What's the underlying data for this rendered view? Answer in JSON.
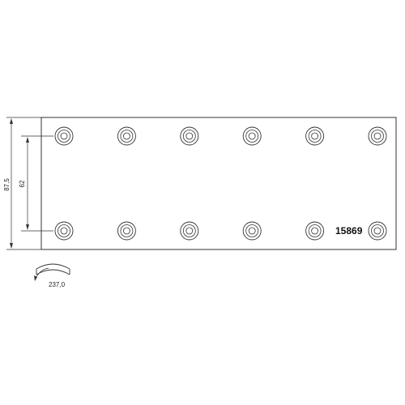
{
  "drawing": {
    "part_number": "15869",
    "dimensions": {
      "overall_height": "87,5",
      "hole_spacing": "62",
      "radius": "237,0"
    },
    "holes": {
      "rows": 2,
      "columns": 6
    },
    "line_color": "#333333"
  }
}
